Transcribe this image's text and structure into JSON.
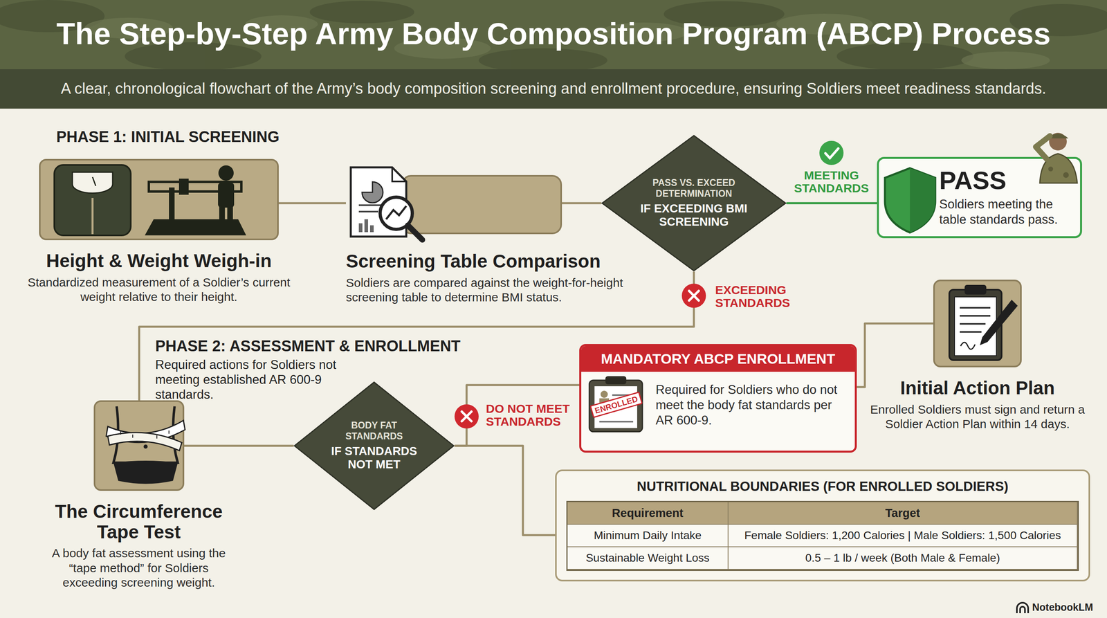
{
  "diagram": {
    "title": "The Step-by-Step Army Body Composition Program (ABCP) Process",
    "caption": "A clear, chronological flowchart of the Army’s body composition screening and enrollment procedure, ensuring Soldiers meet readiness standards.",
    "nodes": [
      {
        "text": [
          "Height & Weight Weigh-in",
          "Standardized measurement of a Soldier’s current weight relative to their height."
        ]
      },
      {
        "text": [
          "Screening Table Comparison",
          "Soldiers are compared against the weight-for-height screening table to determine BMI status."
        ]
      },
      {
        "text": [
          "PASS VS. EXCEED DETERMINATION",
          "IF EXCEEDING BMI SCREENING"
        ]
      },
      {
        "text": [
          "PASS",
          "Soldiers meeting the table standards pass."
        ]
      },
      {
        "text": [
          "The Circumference Tape Test",
          "A body fat assessment using the “tape method” for Soldiers exceeding screening weight."
        ]
      },
      {
        "text": [
          "BODY FAT STANDARDS",
          "IF STANDARDS NOT MET"
        ]
      },
      {
        "text": [
          "MANDATORY ABCP ENROLLMENT",
          "Required for Soldiers who do not meet the body fat standards per AR 600-9."
        ]
      },
      {
        "text": [
          "Initial Action Plan",
          "Enrolled Soldiers must sign and return a Soldier Action Plan within 14 days."
        ]
      },
      {
        "text": [
          "NUTRITIONAL BOUNDARIES (FOR ENROLLED SOLDIERS)"
        ]
      }
    ],
    "edges": [
      {
        "from": 0,
        "to": 1,
        "arrow": "none"
      },
      {
        "from": 1,
        "to": 2,
        "arrow": "none"
      },
      {
        "from": 2,
        "to": 3,
        "label": "MEETING STANDARDS",
        "arrow": "none"
      },
      {
        "from": 2,
        "to": 4,
        "label": "EXCEEDING STANDARDS",
        "arrow": "none"
      },
      {
        "from": 4,
        "to": 5,
        "arrow": "none"
      },
      {
        "from": 5,
        "to": 6,
        "label": "DO NOT MEET STANDARDS",
        "arrow": "none"
      },
      {
        "from": 6,
        "to": 7,
        "arrow": "none"
      },
      {
        "from": 5,
        "to": 8,
        "arrow": "none"
      }
    ],
    "labels": [
      "PHASE 1: INITIAL SCREENING",
      "PHASE 2: ASSESSMENT & ENROLLMENT",
      "Required actions for Soldiers not meeting established AR 600-9 standards.",
      "ENROLLED",
      "Requirement",
      "Target",
      "Minimum Daily Intake",
      "Female Soldiers: 1,200 Calories | Male Soldiers: 1,500 Calories",
      "Sustainable Weight Loss",
      "0.5 – 1 lb / week (Both Male & Female)",
      "NotebookLM"
    ]
  }
}
